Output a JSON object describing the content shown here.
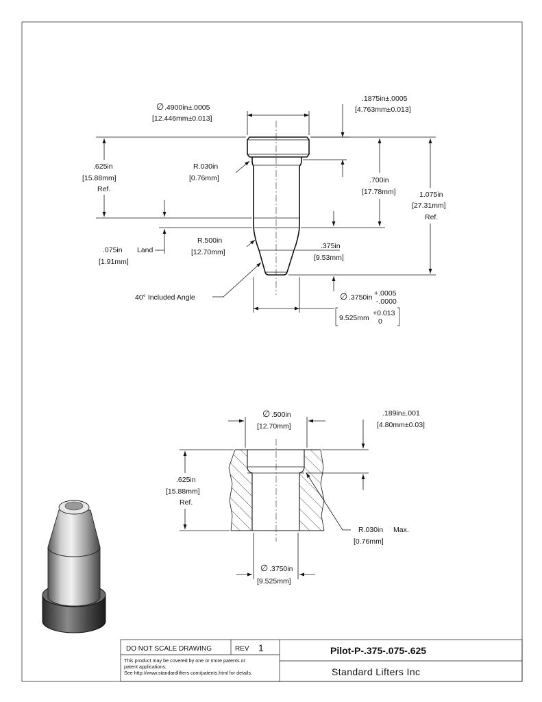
{
  "top_view": {
    "head_dia": ".4900in±.0005",
    "head_dia_mm": "[12.446mm±0.013]",
    "head_thk": ".1875in±.0005",
    "head_thk_mm": "[4.763mm±0.013]",
    "len_625": ".625in",
    "len_625_mm": "[15.88mm]",
    "len_625_ref": "Ref.",
    "r030": "R.030in",
    "r030_mm": "[0.76mm]",
    "len_700": ".700in",
    "len_700_mm": "[17.78mm]",
    "len_1075": "1.075in",
    "len_1075_mm": "[27.31mm]",
    "len_1075_ref": "Ref.",
    "land": ".075in",
    "land_word": "Land",
    "land_mm": "[1.91mm]",
    "r500": "R.500in",
    "r500_mm": "[12.70mm]",
    "len_375": ".375in",
    "len_375_mm": "[9.53mm]",
    "angle": "40° Included Angle",
    "tip_dia": ".3750in",
    "tip_tol_plus": "+.0005",
    "tip_tol_minus": "-.0000",
    "tip_dia_mm": "9.525mm",
    "tip_mm_plus": "+0.013",
    "tip_mm_minus": "0"
  },
  "bottom_view": {
    "bore_dia": ".500in",
    "bore_dia_mm": "[12.70mm]",
    "depth": ".189in±.001",
    "depth_mm": "[4.80mm±0.03]",
    "height": ".625in",
    "height_mm": "[15.88mm]",
    "height_ref": "Ref.",
    "radius": "R.030in",
    "radius_max": "Max.",
    "radius_mm": "[0.76mm]",
    "hole_dia": ".3750in",
    "hole_dia_mm": "[9.525mm]"
  },
  "title_block": {
    "scale_note": "DO NOT SCALE DRAWING",
    "rev_label": "REV",
    "rev_value": "1",
    "part_number": "Pilot-P-.375-.075-.625",
    "patent_line1": "This product may be covered by one or more patents or",
    "patent_line2": "patent applications.",
    "patent_line3": "See http://www.standardlifters.com/patents.html for details.",
    "company": "Standard Lifters Inc"
  },
  "symbols": {
    "diameter": "∅"
  }
}
